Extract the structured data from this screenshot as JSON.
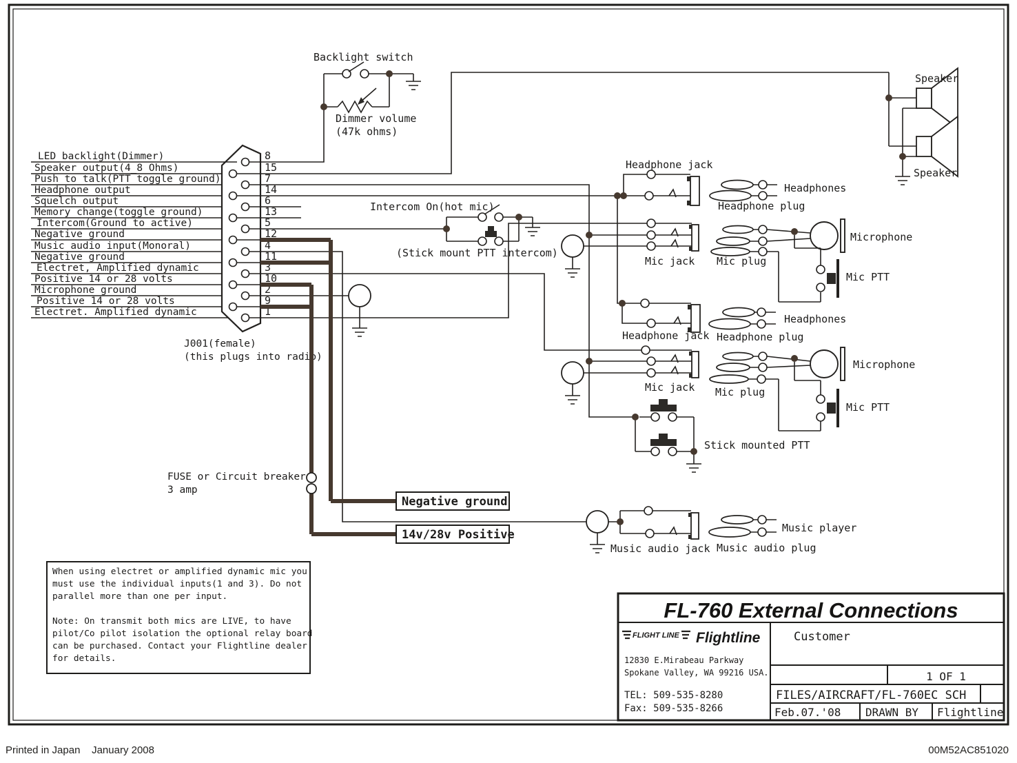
{
  "page": {
    "footer_left": "Printed in Japan    January 2008",
    "footer_right": "00M52AC851020"
  },
  "colors": {
    "ink": "#201f1d",
    "thick_wire": "#46392f",
    "paper": "#ffffff"
  },
  "backlight": {
    "switch_label": "Backlight switch",
    "dimmer_label_1": "Dimmer volume",
    "dimmer_label_2": "(47k ohms)"
  },
  "speakers": {
    "top_label": "Speaker",
    "bottom_label": "Speaker"
  },
  "intercom": {
    "label": "Intercom On(hot mic)",
    "sublabel": "(Stick mount PTT intercom)"
  },
  "connector": {
    "label_1": "J001(female)",
    "label_2": "(this plugs into radio)"
  },
  "pins": [
    {
      "label": "LED backlight(Dimmer)",
      "pin": "8"
    },
    {
      "label": "Speaker output(4_8 Ohms)",
      "pin": "15"
    },
    {
      "label": "Push to talk(PTT toggle ground)",
      "pin": "7"
    },
    {
      "label": "Headphone output",
      "pin": "14"
    },
    {
      "label": "Squelch output",
      "pin": "6"
    },
    {
      "label": "Memory change(toggle ground)",
      "pin": "13"
    },
    {
      "label": "Intercom(Ground to active)",
      "pin": "5"
    },
    {
      "label": "Negative ground",
      "pin": "12"
    },
    {
      "label": "Music audio input(Monoral)",
      "pin": "4"
    },
    {
      "label": "Negative ground",
      "pin": "11"
    },
    {
      "label": "Electret, Amplified dynamic",
      "pin": "3"
    },
    {
      "label": "Positive 14 or 28 volts",
      "pin": "10"
    },
    {
      "label": "Microphone ground",
      "pin": "2"
    },
    {
      "label": "Positive 14 or 28 volts",
      "pin": "9"
    },
    {
      "label": "Electret. Amplified dynamic",
      "pin": "1"
    }
  ],
  "fuse": {
    "label_1": "FUSE or Circuit breaker",
    "label_2": "3 amp"
  },
  "power": {
    "negative": "Negative ground",
    "positive": "14v/28v Positive"
  },
  "audio_top": {
    "headphone_jack": "Headphone jack",
    "headphones": "Headphones",
    "headphone_plug": "Headphone plug",
    "mic_jack": "Mic jack",
    "mic_plug": "Mic plug",
    "microphone": "Microphone",
    "mic_ptt": "Mic PTT"
  },
  "audio_bottom": {
    "headphone_jack": "Headphone jack",
    "headphones": "Headphones",
    "headphone_plug": "Headphone plug",
    "mic_jack": "Mic jack",
    "mic_plug": "Mic plug",
    "microphone": "Microphone",
    "mic_ptt": "Mic PTT"
  },
  "stick_ptt": {
    "label": "Stick mounted PTT"
  },
  "music": {
    "jack": "Music audio jack",
    "player": "Music player",
    "plug": "Music audio plug"
  },
  "notes": {
    "lines": [
      "When using electret or amplified dynamic mic you",
      "must use the individual inputs(1 and 3). Do not",
      "parallel more than one per input.",
      "Note: On transmit both mics are LIVE, to have",
      "pilot/Co pilot isolation the optional relay board",
      "can be purchased. Contact your Flightline dealer",
      "for details."
    ]
  },
  "title_block": {
    "title": "FL-760 External Connections",
    "logo_badge": "FLIGHT LINE",
    "logo_name": "Flightline",
    "customer": "Customer",
    "address_1": "12830 E.Mirabeau Parkway",
    "address_2": "Spokane Valley, WA 99216 USA.",
    "tel": "TEL: 509-535-8280",
    "fax": "Fax: 509-535-8266",
    "sheet": "1 OF 1",
    "file": "FILES/AIRCRAFT/FL-760EC SCH",
    "date": "Feb.07.'08",
    "drawn_by_label": "DRAWN BY",
    "drawn_by": "Flightline"
  }
}
